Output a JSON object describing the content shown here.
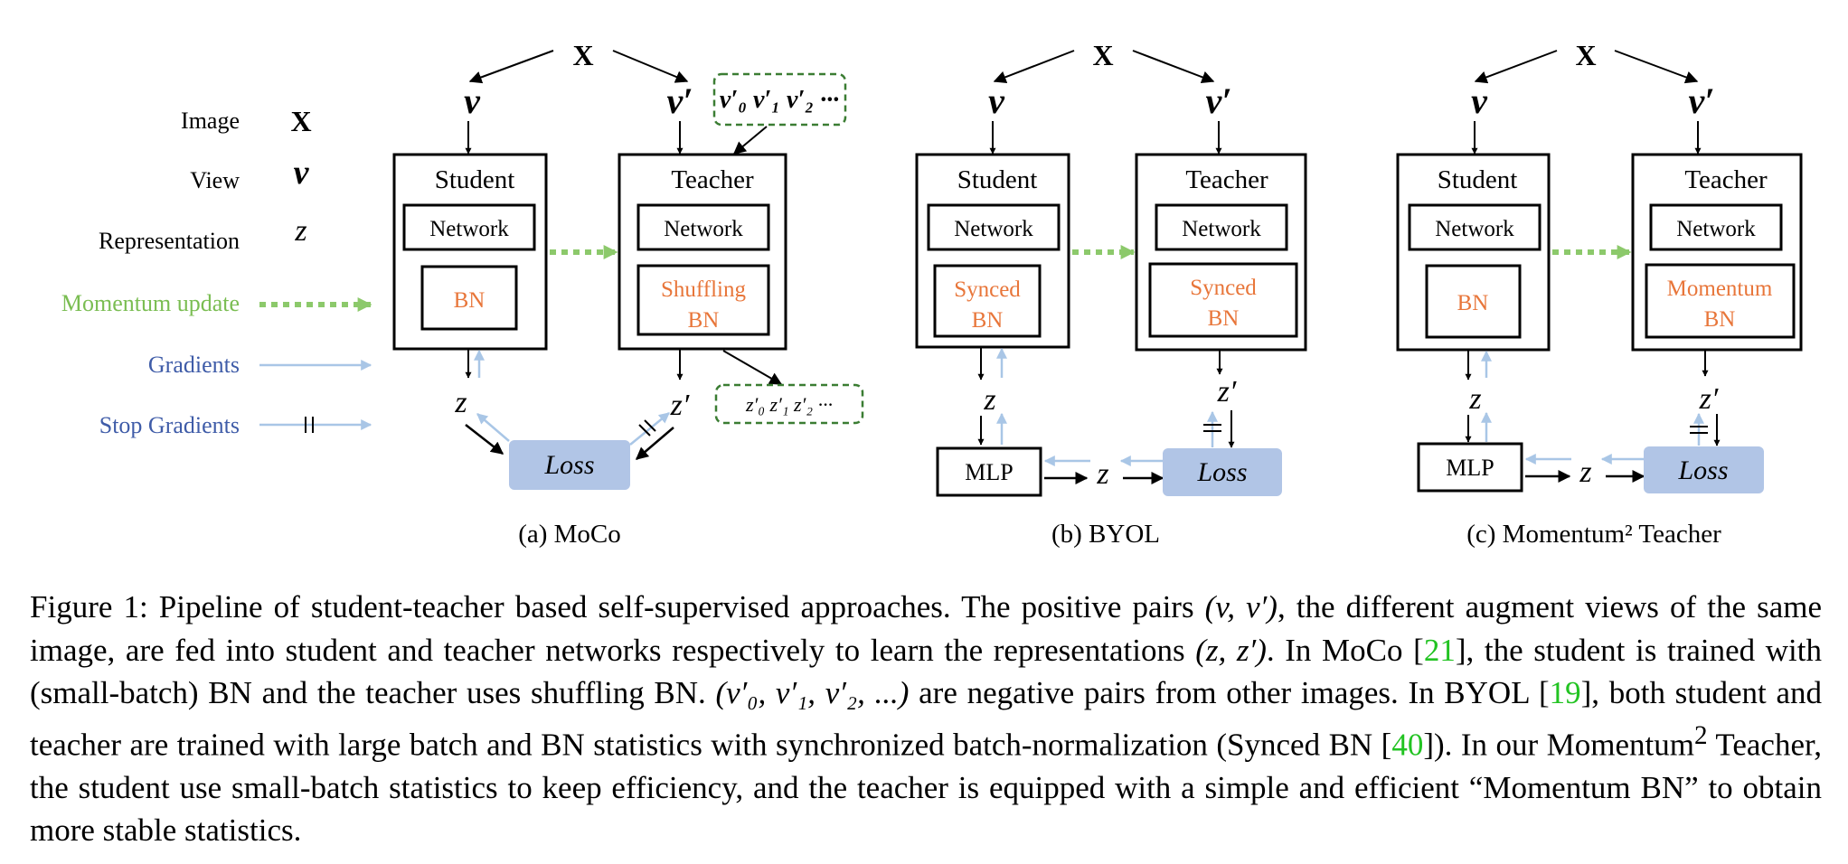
{
  "legend": {
    "image_label": "Image",
    "image_symbol": "X",
    "view_label": "View",
    "view_symbol": "v",
    "representation_label": "Representation",
    "representation_symbol": "z",
    "momentum_label": "Momentum update",
    "gradients_label": "Gradients",
    "stop_gradients_label": "Stop Gradients"
  },
  "common": {
    "input_symbol": "X",
    "view_symbol": "v",
    "view_prime_symbol": "v′",
    "student_title": "Student",
    "teacher_title": "Teacher",
    "network_label": "Network",
    "loss_label": "Loss",
    "z_symbol": "z",
    "z_prime_symbol": "z′",
    "mlp_label": "MLP"
  },
  "moco": {
    "student_bn": "BN",
    "teacher_bn_line1": "Shuffling",
    "teacher_bn_line2": "BN",
    "negative_views": "v′₀ v′₁ v′₂ ···",
    "negative_reps": "z′₀ z′₁ z′₂ ···",
    "subcaption": "(a) MoCo"
  },
  "byol": {
    "student_bn_line1": "Synced",
    "student_bn_line2": "BN",
    "teacher_bn_line1": "Synced",
    "teacher_bn_line2": "BN",
    "subcaption": "(b) BYOL"
  },
  "m2t": {
    "student_bn": "BN",
    "teacher_bn_line1": "Momentum",
    "teacher_bn_line2": "BN",
    "subcaption": "(c) Momentum² Teacher"
  },
  "colors": {
    "orange": "#e8763a",
    "momentum_green": "#8cc96b",
    "gradient_blue": "#a9c6e6",
    "legend_blue": "#3f5ca8",
    "loss_fill": "#b1c5e6",
    "dashed_green": "#3b7d33",
    "ref_green": "#22c322"
  },
  "caption": {
    "p1": "Figure 1: Pipeline of student-teacher based self-supervised approaches. The positive pairs ",
    "m1": "(v, v′)",
    "p2": ", the different augment views of the same image, are fed into student and teacher networks respectively to learn the representations ",
    "m2": "(z, z′)",
    "p3": ". In MoCo [",
    "r1": "21",
    "p4": "], the student is trained with (small-batch) BN and the teacher uses shuffling BN. ",
    "m3": "(v′₀, v′₁, v′₂, ...)",
    "p5": " are negative pairs from other images.  In BYOL [",
    "r2": "19",
    "p6": "], both student and teacher are trained with large batch and BN statistics with synchronized batch-normalization (Synced BN [",
    "r3": "40",
    "p7": "]). In our Momentum",
    "sup": "2",
    "p8": " Teacher, the student use small-batch statistics to keep efficiency, and the teacher is equipped with a simple and efficient “Momentum BN” to obtain more stable statistics."
  }
}
